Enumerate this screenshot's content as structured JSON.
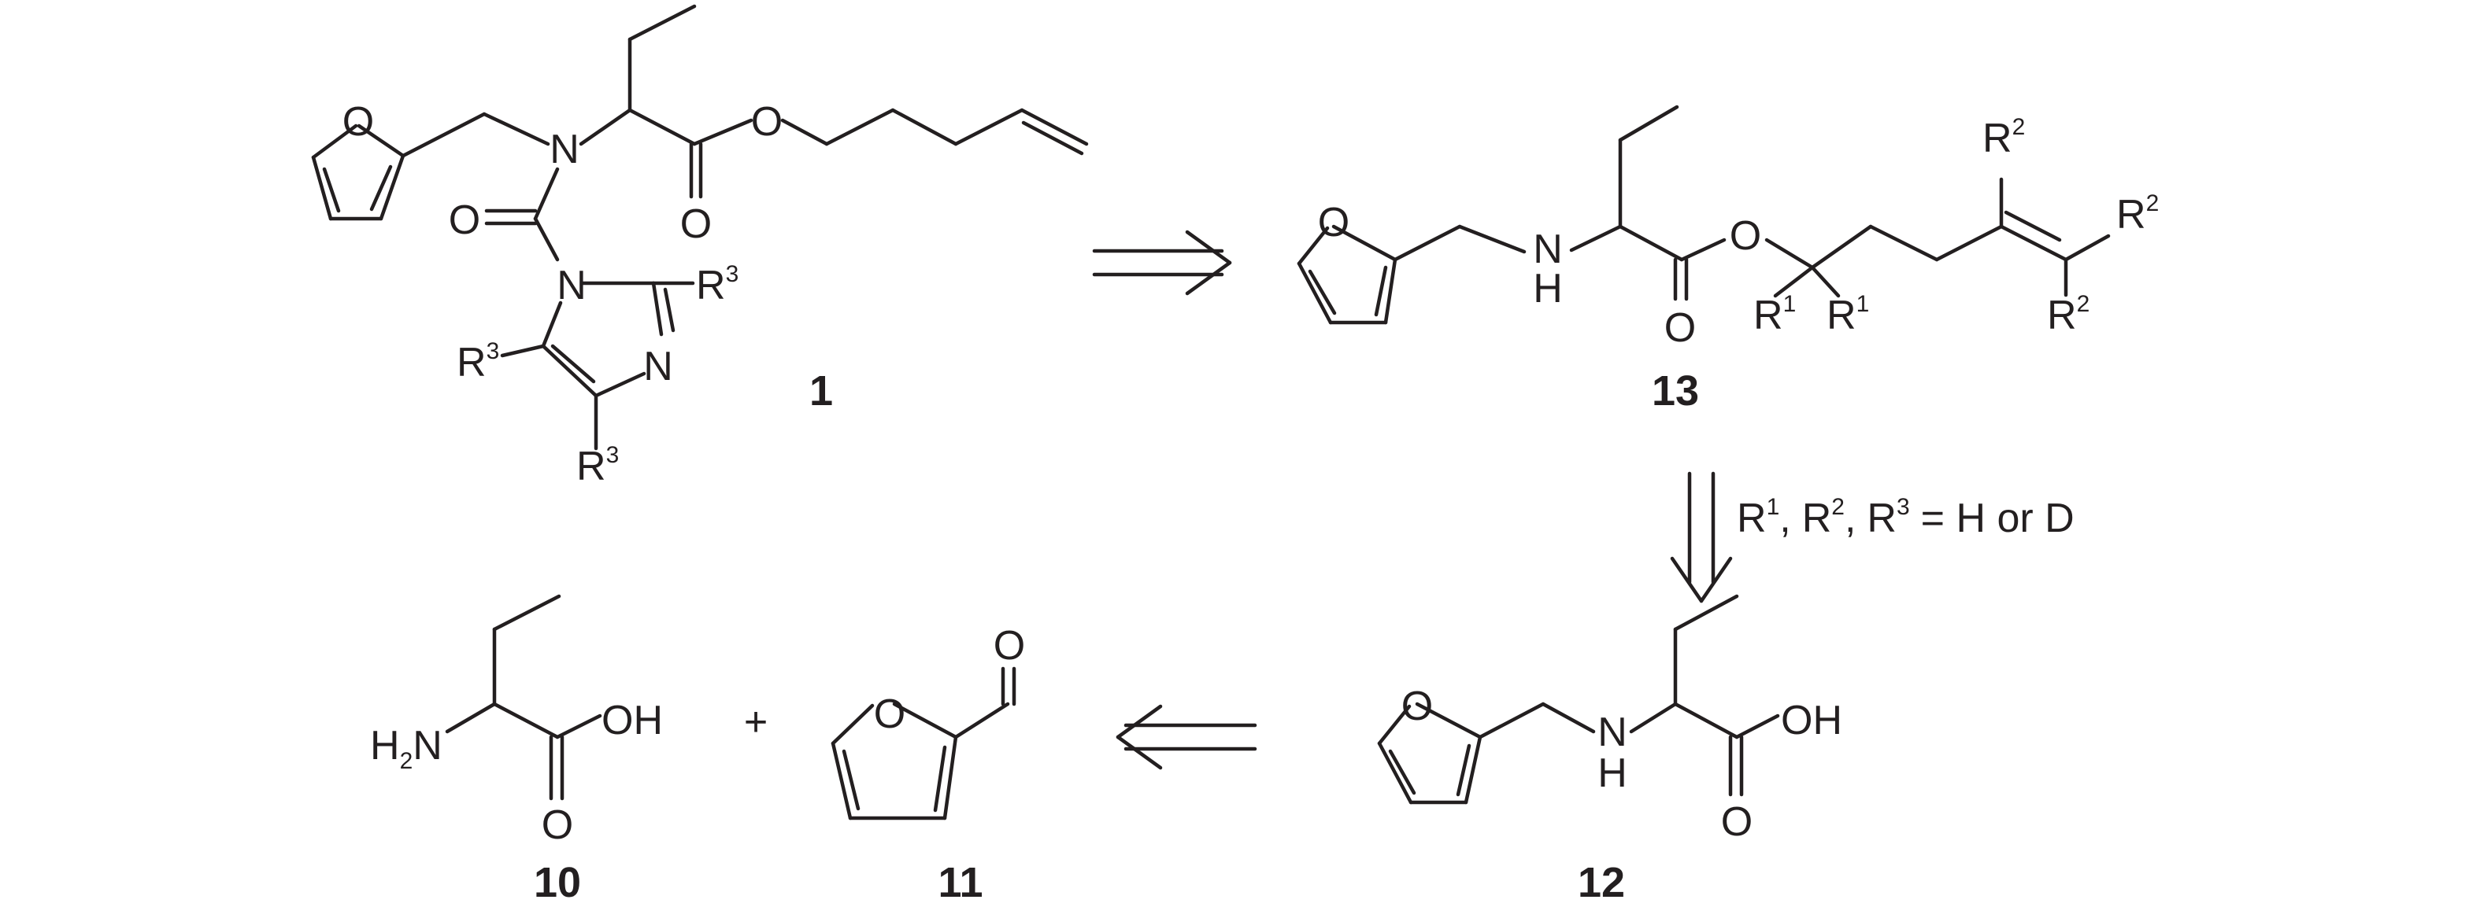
{
  "atoms": {
    "O": "O",
    "N": "N",
    "H": "H",
    "R": "R",
    "OH": "OH",
    "H2N_H": "H",
    "H2N_sub": "2",
    "H2N_N": "N",
    "sup1": "1",
    "sup2": "2",
    "sup3": "3"
  },
  "compounds": {
    "c1": "1",
    "c13": "13",
    "c12": "12",
    "c10": "10",
    "c11": "11"
  },
  "plus": "+",
  "condition": {
    "R": "R",
    "sup1": "1",
    "sup2": "2",
    "sup3": "3",
    "sep": ",",
    "tail": "= H or D"
  }
}
